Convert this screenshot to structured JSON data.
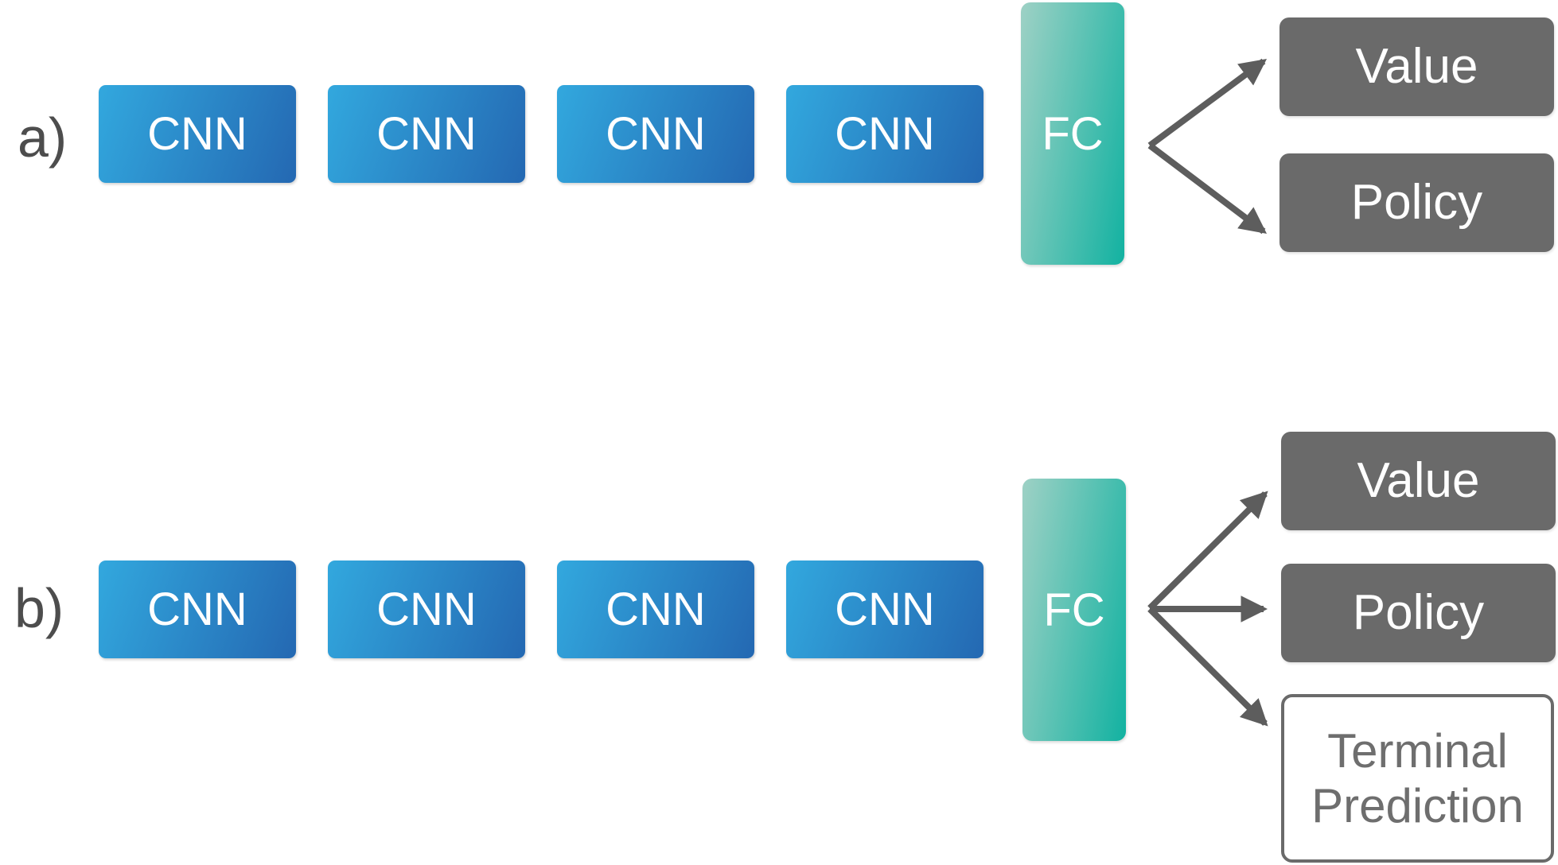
{
  "colors": {
    "cnn_gradient_start": "#32a8de",
    "cnn_gradient_end": "#2468b2",
    "fc_gradient_start": "#9ed1c5",
    "fc_gradient_end": "#12b2a1",
    "output_box_gray": "#6a6a6a",
    "arrow_gray": "#5d5d5d",
    "label_gray": "#4d4d4d"
  },
  "sections": [
    {
      "label": "a)",
      "cnn_blocks": [
        "CNN",
        "CNN",
        "CNN",
        "CNN"
      ],
      "fc_label": "FC",
      "outputs": [
        {
          "label": "Value",
          "style": "filled"
        },
        {
          "label": "Policy",
          "style": "filled"
        }
      ]
    },
    {
      "label": "b)",
      "cnn_blocks": [
        "CNN",
        "CNN",
        "CNN",
        "CNN"
      ],
      "fc_label": "FC",
      "outputs": [
        {
          "label": "Value",
          "style": "filled"
        },
        {
          "label": "Policy",
          "style": "filled"
        },
        {
          "label": "Terminal Prediction",
          "style": "outlined"
        }
      ]
    }
  ]
}
